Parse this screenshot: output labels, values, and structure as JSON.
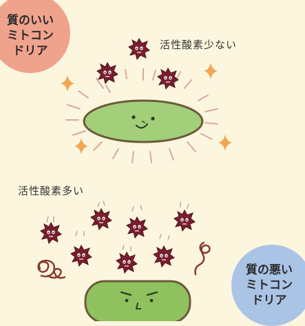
{
  "good_mito": {
    "badge_lines": [
      "質のいい",
      "ミトコン",
      "ドリア"
    ],
    "label": "活性酸素少ない"
  },
  "bad_mito": {
    "badge_lines": [
      "質の悪い",
      "ミトコン",
      "ドリア"
    ],
    "label": "活性酸素多い"
  },
  "colors": {
    "background": "#fcf6df",
    "good_badge": "#f0a38c",
    "bad_badge": "#aac4e6",
    "mitochondria_fill": "#a3cf7a",
    "radical_fill": "#7a1e2e",
    "sparkle": "#f2a553",
    "swirl": "#8a3a2c"
  },
  "icons": [
    "radical-icon",
    "sparkle-icon",
    "swirl-icon",
    "mitochondria-icon"
  ]
}
